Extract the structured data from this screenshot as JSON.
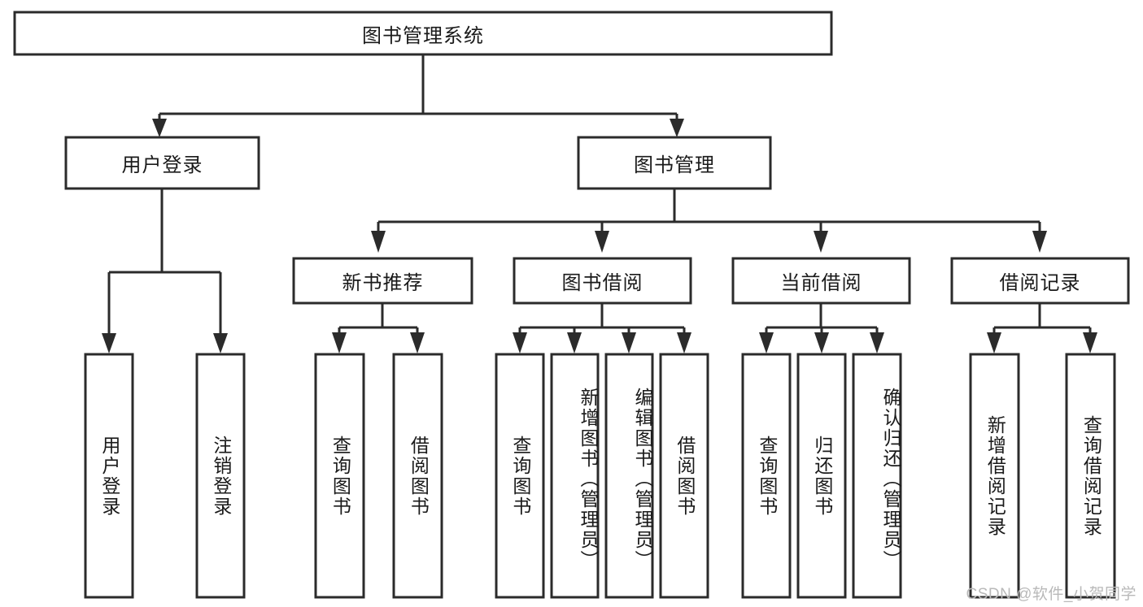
{
  "diagram": {
    "type": "tree",
    "title": "图书管理系统",
    "watermark": "CSDN @软件_小贺同学",
    "orientation": "top-down",
    "root": {
      "id": "root",
      "label": "图书管理系统",
      "level": 0
    },
    "level2": [
      {
        "id": "user-login",
        "label": "用户登录"
      },
      {
        "id": "book-management",
        "label": "图书管理"
      }
    ],
    "level3": [
      {
        "id": "new-book-recommend",
        "label": "新书推荐",
        "parent": "book-management"
      },
      {
        "id": "book-borrow",
        "label": "图书借阅",
        "parent": "book-management"
      },
      {
        "id": "current-borrow",
        "label": "当前借阅",
        "parent": "book-management"
      },
      {
        "id": "borrow-record",
        "label": "借阅记录",
        "parent": "book-management"
      }
    ],
    "leaves": {
      "user-login": [
        {
          "id": "leaf-user-login",
          "label": "用户登录"
        },
        {
          "id": "leaf-logout",
          "label": "注销登录"
        }
      ],
      "new-book-recommend": [
        {
          "id": "leaf-query-book-1",
          "label": "查询图书"
        },
        {
          "id": "leaf-borrow-book-1",
          "label": "借阅图书"
        }
      ],
      "book-borrow": [
        {
          "id": "leaf-query-book-2",
          "label": "查询图书"
        },
        {
          "id": "leaf-add-book",
          "label": "新增图书（管理员）"
        },
        {
          "id": "leaf-edit-book",
          "label": "编辑图书（管理员）"
        },
        {
          "id": "leaf-borrow-book-2",
          "label": "借阅图书"
        }
      ],
      "current-borrow": [
        {
          "id": "leaf-query-book-3",
          "label": "查询图书"
        },
        {
          "id": "leaf-return-book",
          "label": "归还图书"
        },
        {
          "id": "leaf-confirm-return",
          "label": "确认归还（管理员）"
        }
      ],
      "borrow-record": [
        {
          "id": "leaf-add-record",
          "label": "新增借阅记录"
        },
        {
          "id": "leaf-query-record",
          "label": "查询借阅记录"
        }
      ]
    },
    "colors": {
      "stroke": "#2b2b2b",
      "fill": "#ffffff",
      "text": "#1a1a1a",
      "watermark": "#b9b9b9",
      "background": "#ffffff"
    }
  }
}
